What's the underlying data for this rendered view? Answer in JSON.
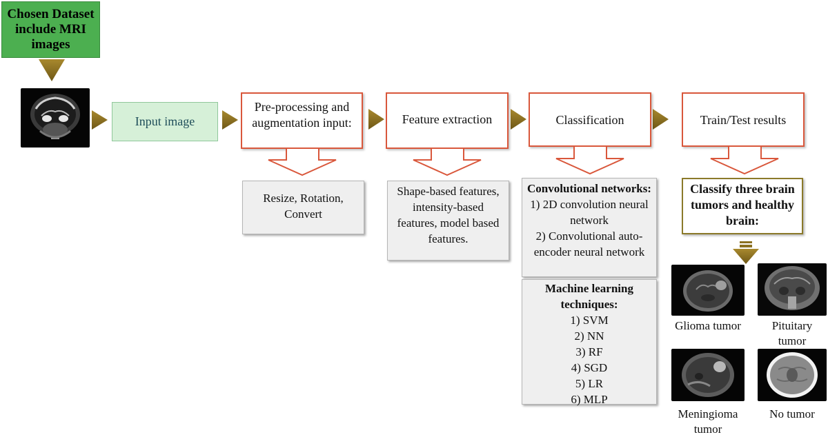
{
  "dataset_box": {
    "text": "Chosen Dataset include MRI images"
  },
  "input_box": {
    "text": "Input image"
  },
  "preprocess_box": {
    "text": "Pre-processing and augmentation input:"
  },
  "preprocess_detail": {
    "text": "Resize, Rotation, Convert"
  },
  "feature_box": {
    "text": "Feature extraction"
  },
  "feature_detail": {
    "text": "Shape-based features, intensity-based features, model based features."
  },
  "classification_box": {
    "text": "Classification"
  },
  "conv_detail": {
    "title": "Convolutional networks:",
    "items": [
      "1) 2D convolution neural network",
      "2) Convolutional auto-encoder neural network"
    ]
  },
  "ml_detail": {
    "title": "Machine learning techniques:",
    "items": [
      "1) SVM",
      "2) NN",
      "3) RF",
      "4) SGD",
      "5) LR",
      "6) MLP"
    ]
  },
  "results_box": {
    "text": "Train/Test results"
  },
  "results_detail": {
    "text": "Classify three brain tumors and healthy brain:"
  },
  "classes": [
    {
      "label": "Glioma tumor"
    },
    {
      "label": "Pituitary tumor"
    },
    {
      "label": "Meningioma tumor"
    },
    {
      "label": "No tumor"
    }
  ],
  "colors": {
    "arrow_fill": "#8b7020",
    "red_border": "#d9573b",
    "green_box": "#4caf50",
    "input_fill": "#d6f0d8"
  }
}
